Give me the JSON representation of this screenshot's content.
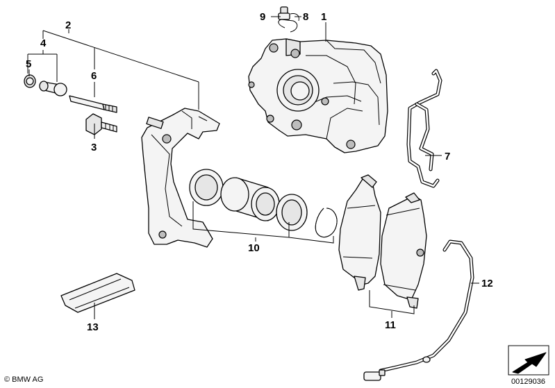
{
  "callouts": {
    "c1": "1",
    "c2": "2",
    "c3": "3",
    "c4": "4",
    "c5": "5",
    "c6": "6",
    "c7": "7",
    "c8": "8",
    "c9": "9",
    "c10": "10",
    "c11": "11",
    "c12": "12",
    "c13": "13"
  },
  "footer": {
    "copyright": "© BMW AG",
    "diagram_id": "00129036"
  }
}
